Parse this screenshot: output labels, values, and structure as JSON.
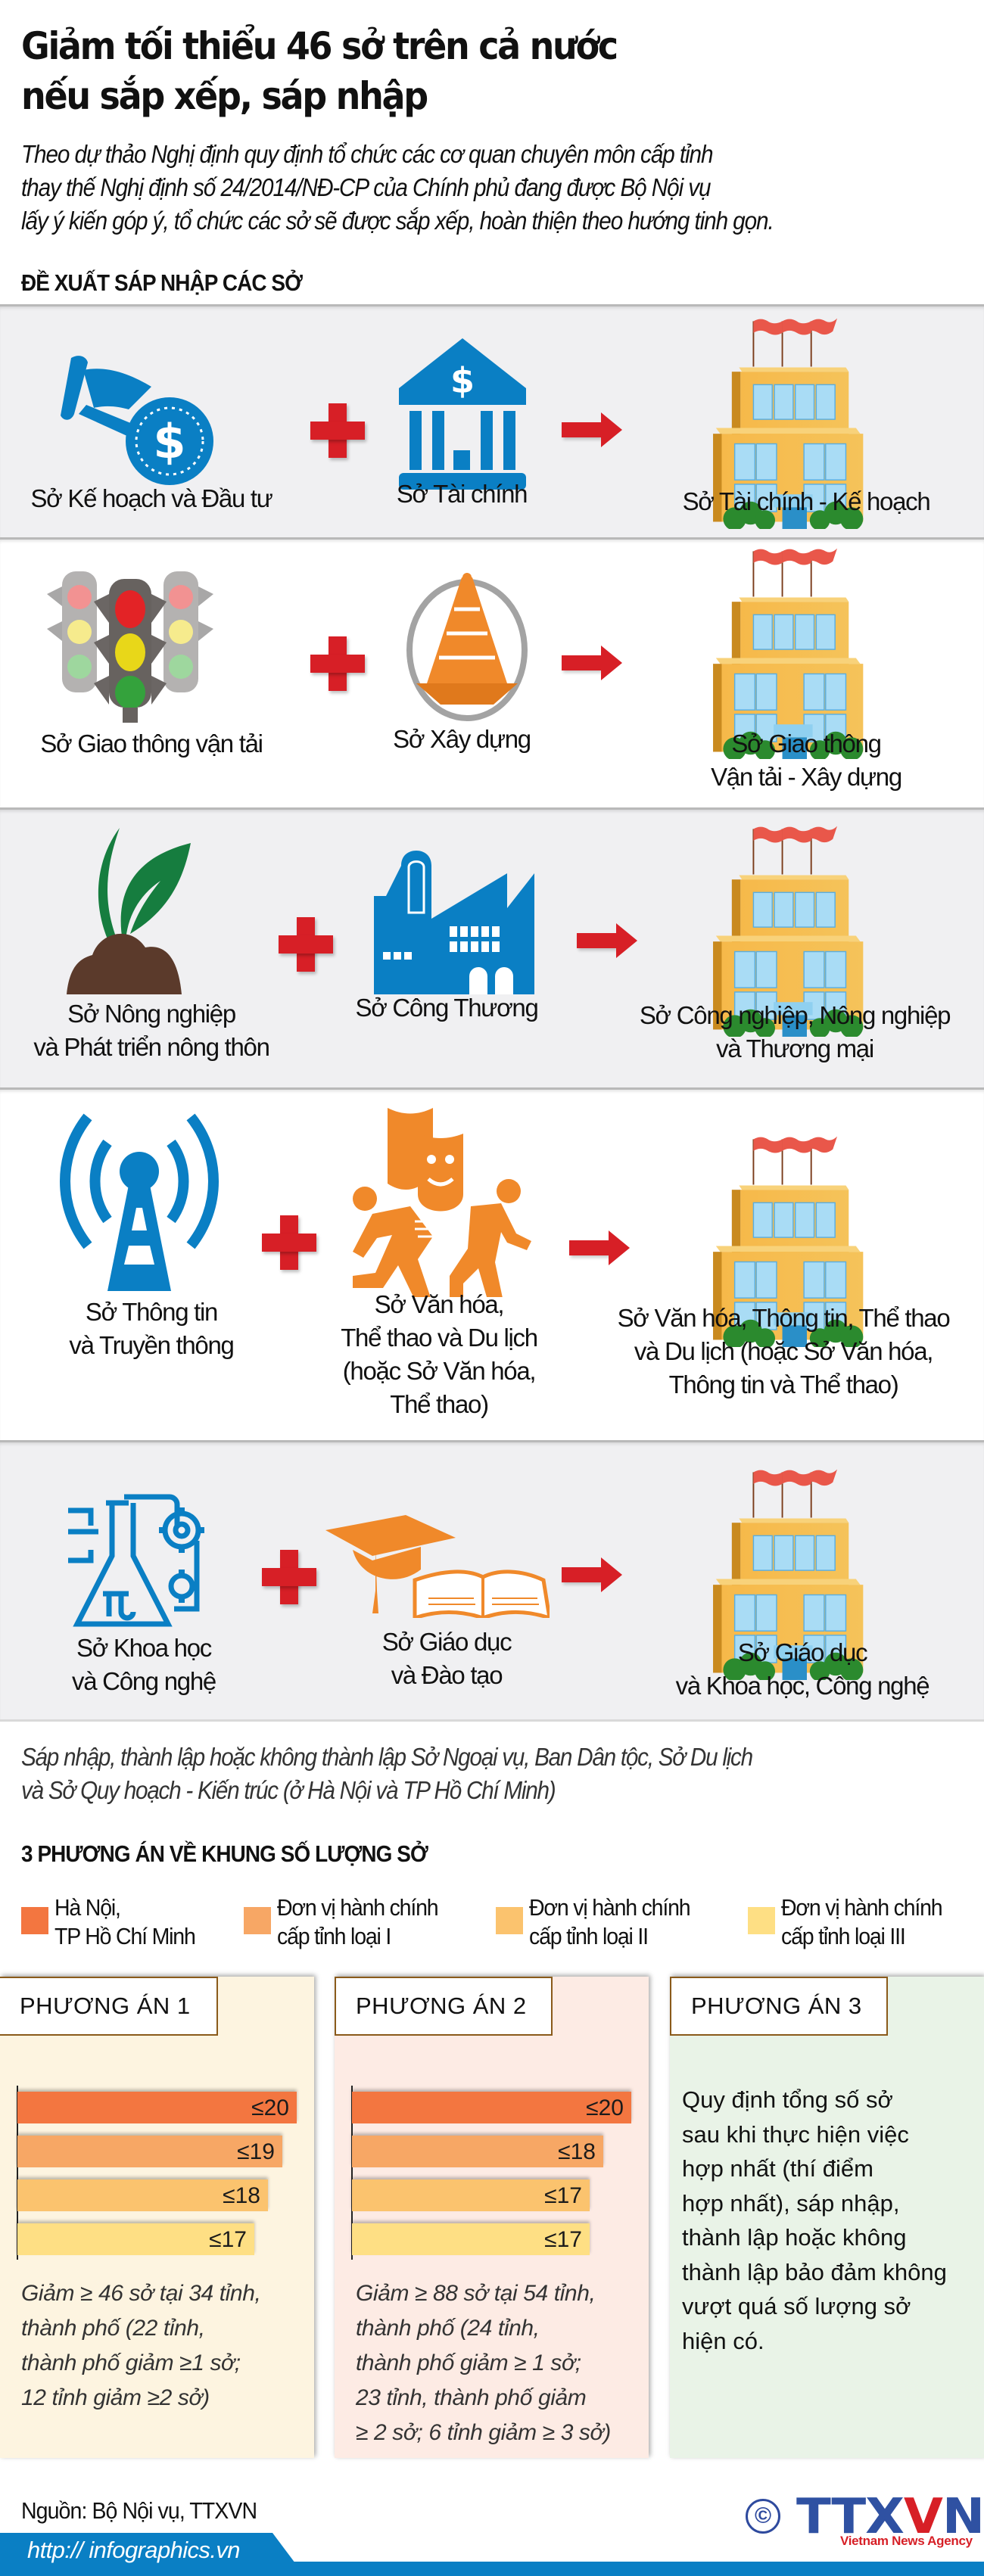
{
  "header": {
    "title_line1": "Giảm tối thiểu 46 sở trên cả nước",
    "title_line2": "nếu sắp xếp, sáp nhập",
    "lede_line1": "Theo dự thảo Nghị định quy định tổ chức các cơ quan chuyên môn cấp tỉnh",
    "lede_line2": "thay thế Nghị định số 24/2014/NĐ-CP của Chính phủ đang được Bộ Nội vụ",
    "lede_line3": "lấy ý kiến  góp ý, tổ chức các sở sẽ được sắp xếp, hoàn thiện theo hướng tinh gọn."
  },
  "mergers": {
    "heading": "ĐỀ XUẤT SÁP NHẬP CÁC SỞ",
    "rows": [
      {
        "left": {
          "icon": "hand-coin-icon",
          "lines": [
            "Sở Kế hoạch và Đầu tư"
          ]
        },
        "middle": {
          "icon": "bank-icon",
          "lines": [
            "Sở Tài chính"
          ]
        },
        "result": {
          "icon": "building-icon",
          "lines": [
            "Sở Tài chính - Kế hoạch"
          ]
        }
      },
      {
        "left": {
          "icon": "traffic-light-icon",
          "lines": [
            "Sở Giao thông vận tải"
          ]
        },
        "middle": {
          "icon": "traffic-cone-icon",
          "lines": [
            "Sở Xây dựng"
          ]
        },
        "result": {
          "icon": "building-icon",
          "lines": [
            "Sở Giao thông",
            "Vận tải - Xây dựng"
          ]
        }
      },
      {
        "left": {
          "icon": "plant-sprout-icon",
          "lines": [
            "Sở Nông nghiệp",
            "và Phát triển nông thôn"
          ]
        },
        "middle": {
          "icon": "factory-icon",
          "lines": [
            "Sở Công Thương"
          ]
        },
        "result": {
          "icon": "building-icon",
          "lines": [
            "Sở Công nghiệp, Nông nghiệp",
            "và Thương mại"
          ]
        }
      },
      {
        "left": {
          "icon": "radio-tower-icon",
          "lines": [
            "Sở Thông tin",
            "và Truyền thông"
          ]
        },
        "middle": {
          "icon": "theatre-masks-hikers-icon",
          "lines": [
            "Sở Văn hóa,",
            "Thể thao và Du lịch",
            "(hoặc Sở Văn hóa,",
            "Thể thao)"
          ]
        },
        "result": {
          "icon": "building-icon",
          "lines": [
            "Sở Văn hóa, Thông tin, Thể thao",
            "và Du lịch (hoặc Sở Văn hóa,",
            "Thông tin và Thể thao)"
          ]
        }
      },
      {
        "left": {
          "icon": "science-flask-gears-icon",
          "lines": [
            "Sở Khoa học",
            "và Công nghệ"
          ]
        },
        "middle": {
          "icon": "graduation-cap-book-icon",
          "lines": [
            "Sở Giáo dục",
            "và Đào tạo"
          ]
        },
        "result": {
          "icon": "building-icon",
          "lines": [
            "Sở Giáo dục",
            "và Khoa học, Công nghệ"
          ]
        }
      }
    ],
    "note_line1": "Sáp nhập, thành lập hoặc không thành lập Sở Ngoại vụ, Ban Dân tộc, Sở Du lịch",
    "note_line2": "và Sở Quy hoạch - Kiến trúc (ở Hà Nội và TP Hồ Chí Minh)"
  },
  "options": {
    "heading": "3 PHƯƠNG ÁN VỀ KHUNG SỐ LƯỢNG SỞ",
    "legend": [
      {
        "lines": [
          "Hà Nội,",
          "TP Hồ Chí Minh"
        ],
        "color": "#f37640"
      },
      {
        "lines": [
          "Đơn vị hành chính",
          "cấp tỉnh loại I"
        ],
        "color": "#f7a765"
      },
      {
        "lines": [
          "Đơn vị hành chính",
          "cấp tỉnh loại II"
        ],
        "color": "#fbc36e"
      },
      {
        "lines": [
          "Đơn vị hành chính",
          "cấp tỉnh loại III"
        ],
        "color": "#fedf84"
      }
    ],
    "panels": [
      {
        "title": "PHƯƠNG ÁN 1",
        "bg": "#fdf4e0",
        "bars": [
          "≤20",
          "≤19",
          "≤18",
          "≤17"
        ],
        "desc": [
          "Giảm ≥ 46 sở tại 34 tỉnh,",
          "thành phố (22 tỉnh,",
          "thành phố giảm ≥1 sở;",
          "12 tỉnh giảm ≥2 sở)"
        ]
      },
      {
        "title": "PHƯƠNG ÁN 2",
        "bg": "#fdebe4",
        "bars": [
          "≤20",
          "≤18",
          "≤17",
          "≤17"
        ],
        "desc": [
          "Giảm ≥ 88 sở tại 54 tỉnh,",
          "thành phố (24 tỉnh,",
          "thành phố giảm ≥ 1 sở;",
          "23 tỉnh, thành phố giảm",
          "≥ 2 sở; 6 tỉnh giảm ≥ 3 sở)"
        ]
      },
      {
        "title": "PHƯƠNG ÁN 3",
        "bg": "#e9f3e7",
        "text": [
          "Quy định tổng số sở",
          "sau khi thực hiện việc",
          "hợp nhất (thí điểm",
          "hợp nhất), sáp nhập,",
          "thành lập hoặc không",
          "thành lập bảo đảm không",
          "vượt quá số lượng sở",
          "hiện có."
        ]
      }
    ]
  },
  "chart_data": {
    "type": "bar",
    "title": "3 PHƯƠNG ÁN VỀ KHUNG SỐ LƯỢNG SỞ",
    "categories": [
      "Hà Nội, TP Hồ Chí Minh",
      "Đơn vị hành chính cấp tỉnh loại I",
      "Đơn vị hành chính cấp tỉnh loại II",
      "Đơn vị hành chính cấp tỉnh loại III"
    ],
    "series": [
      {
        "name": "PHƯƠNG ÁN 1",
        "values": [
          20,
          19,
          18,
          17
        ],
        "labels": [
          "≤20",
          "≤19",
          "≤18",
          "≤17"
        ]
      },
      {
        "name": "PHƯƠNG ÁN 2",
        "values": [
          20,
          18,
          17,
          17
        ],
        "labels": [
          "≤20",
          "≤18",
          "≤17",
          "≤17"
        ]
      }
    ],
    "orientation": "horizontal",
    "grid": false,
    "legend_position": "top"
  },
  "footer": {
    "source": "Nguồn: Bộ Nội vụ, TTXVN",
    "url": "http:// infographics.vn",
    "logo_copyright": "©",
    "logo_ttx": "TTX",
    "logo_v": "V",
    "logo_n": "N",
    "logo_tagline": "Vietnam News Agency",
    "brand_blue": "#0a7fc4"
  }
}
